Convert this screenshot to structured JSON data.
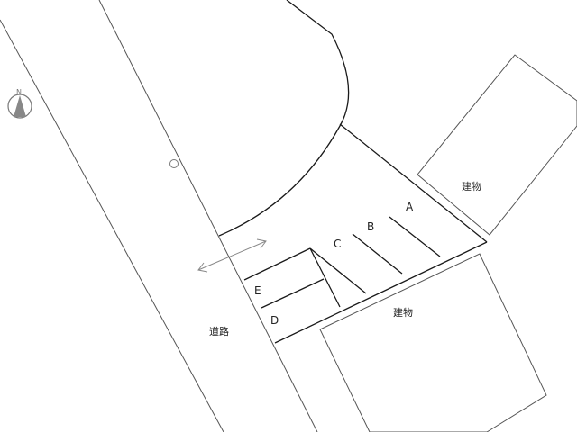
{
  "map": {
    "compass": {
      "label": "N",
      "icon": "north-arrow-icon"
    },
    "road_label": "道路",
    "buildings": [
      {
        "label": "建物"
      },
      {
        "label": "建物"
      }
    ],
    "parking_spaces": [
      {
        "label": "A"
      },
      {
        "label": "B"
      },
      {
        "label": "C"
      },
      {
        "label": "D"
      },
      {
        "label": "E"
      }
    ],
    "entrance_arrow": {
      "icon": "double-arrow-icon"
    },
    "marker": {
      "icon": "circle-marker-icon"
    },
    "colors": {
      "line": "#1a1a1a",
      "thin_line": "#555555",
      "arrow": "#888888",
      "compass": "#777777"
    }
  }
}
